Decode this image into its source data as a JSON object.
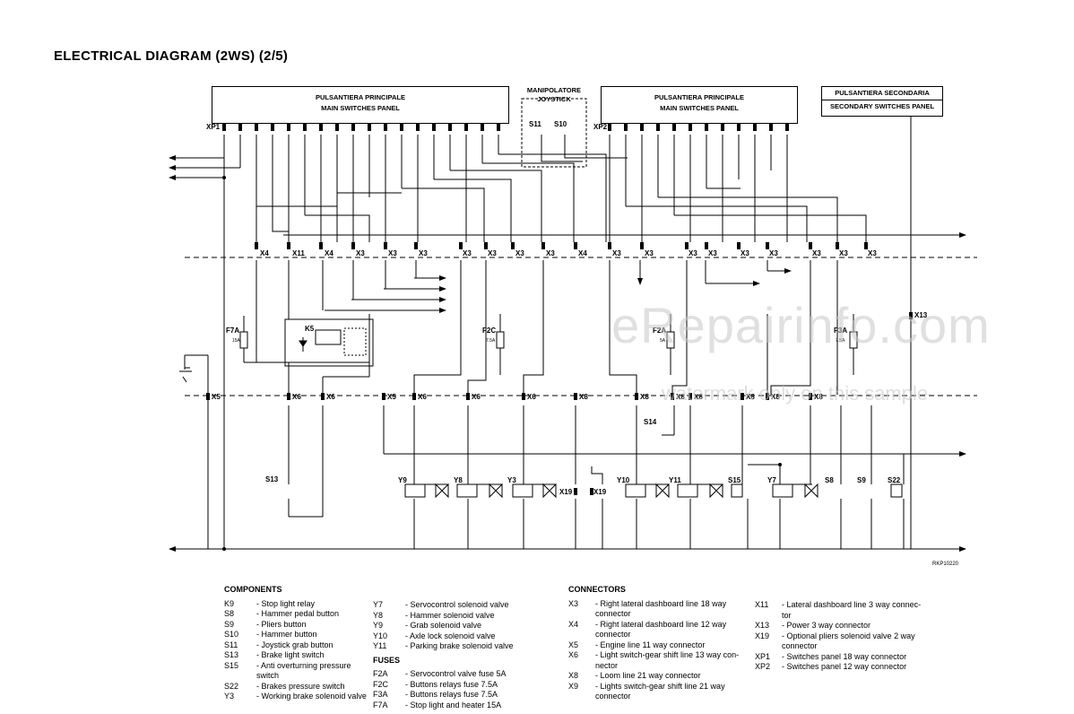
{
  "title": "ELECTRICAL DIAGRAM (2WS) (2/5)",
  "panels": {
    "main_left": [
      "PULSANTIERA PRINCIPALE",
      "MAIN SWITCHES PANEL"
    ],
    "joystick": [
      "MANIPOLATORE",
      "JOYSTICK"
    ],
    "main_right": [
      "PULSANTIERA PRINCIPALE",
      "MAIN SWITCHES PANEL"
    ],
    "secondary": [
      "PULSANTIERA SECONDARIA",
      "SECONDARY SWITCHES PANEL"
    ]
  },
  "connector_labels": {
    "xp1": "XP1",
    "xp2": "XP2",
    "row1": [
      "X4",
      "X11",
      "X4",
      "X3",
      "X3",
      "X3",
      "X3",
      "X3",
      "X3",
      "X3",
      "X4",
      "X3",
      "X3",
      "X3",
      "X3",
      "X3",
      "X3",
      "X3",
      "X3",
      "X3"
    ],
    "row2": [
      "X5",
      "X6",
      "X6",
      "X5",
      "X6",
      "X6",
      "X6",
      "X8",
      "X8",
      "X8",
      "X8",
      "X8",
      "X8",
      "X8"
    ],
    "x13": "X13",
    "x19a": "X19",
    "x19b": "X19"
  },
  "devices": {
    "k5": "K5",
    "f7a": [
      "F7A",
      "15A"
    ],
    "f2c": [
      "F2C",
      "7.5A"
    ],
    "f2a": [
      "F2A",
      "5A"
    ],
    "f3a": [
      "F3A",
      "7.5A"
    ],
    "s11": "S11",
    "s10": "S10",
    "s13": "S13",
    "s14": "S14",
    "y9": "Y9",
    "y8": "Y8",
    "y3": "Y3",
    "y10": "Y10",
    "y11": "Y11",
    "s15": "S15",
    "y7": "Y7",
    "s8": "S8",
    "s9": "S9",
    "s22": "S22"
  },
  "reference": "RKP10220",
  "watermark": {
    "main": "eRepairinfo.com",
    "sub": "watermark only on this sample"
  },
  "components": {
    "heading": "COMPONENTS",
    "col1": [
      {
        "code": "K9",
        "desc": "- Stop light relay"
      },
      {
        "code": "S8",
        "desc": "- Hammer pedal button"
      },
      {
        "code": "S9",
        "desc": "- Pliers button"
      },
      {
        "code": "S10",
        "desc": "- Hammer button"
      },
      {
        "code": "S11",
        "desc": "- Joystick grab button"
      },
      {
        "code": "S13",
        "desc": "- Brake light switch"
      },
      {
        "code": "S15",
        "desc": "- Anti overturning pressure"
      },
      {
        "code": "",
        "desc": "switch"
      },
      {
        "code": "S22",
        "desc": "- Brakes pressure switch"
      },
      {
        "code": "Y3",
        "desc": "- Working brake solenoid valve"
      }
    ],
    "col2": [
      {
        "code": "Y7",
        "desc": "- Servocontrol solenoid valve"
      },
      {
        "code": "Y8",
        "desc": "- Hammer solenoid valve"
      },
      {
        "code": "Y9",
        "desc": "- Grab solenoid valve"
      },
      {
        "code": "Y10",
        "desc": "- Axle lock solenoid valve"
      },
      {
        "code": "Y11",
        "desc": "- Parking brake solenoid valve"
      }
    ],
    "fuses_heading": "FUSES",
    "fuses": [
      {
        "code": "F2A",
        "desc": "- Servocontrol valve fuse 5A"
      },
      {
        "code": "F2C",
        "desc": "- Buttons relays fuse 7.5A"
      },
      {
        "code": "F3A",
        "desc": "- Buttons relays fuse 7.5A"
      },
      {
        "code": "F7A",
        "desc": "- Stop light and heater 15A"
      }
    ]
  },
  "connectors": {
    "heading": "CONNECTORS",
    "col1": [
      {
        "code": "X3",
        "desc": "- Right lateral dashboard line 18 way"
      },
      {
        "code": "",
        "desc": "connector"
      },
      {
        "code": "X4",
        "desc": "- Right lateral dashboard line 12 way"
      },
      {
        "code": "",
        "desc": "connector"
      },
      {
        "code": "X5",
        "desc": "- Engine line 11 way connector"
      },
      {
        "code": "X6",
        "desc": "- Light switch-gear shift line 13 way con-"
      },
      {
        "code": "",
        "desc": "nector"
      },
      {
        "code": "X8",
        "desc": "- Loom line 21 way connector"
      },
      {
        "code": "X9",
        "desc": "- Lights switch-gear shift line 21 way"
      },
      {
        "code": "",
        "desc": "connector"
      }
    ],
    "col2": [
      {
        "code": "X11",
        "desc": "- Lateral dashboard line 3 way connec-"
      },
      {
        "code": "",
        "desc": "tor"
      },
      {
        "code": "X13",
        "desc": "- Power 3 way connector"
      },
      {
        "code": "X19",
        "desc": "- Optional pliers solenoid valve 2 way"
      },
      {
        "code": "",
        "desc": "connector"
      },
      {
        "code": "XP1",
        "desc": "- Switches panel 18 way connector"
      },
      {
        "code": "XP2",
        "desc": "- Switches panel 12 way connector"
      }
    ]
  }
}
